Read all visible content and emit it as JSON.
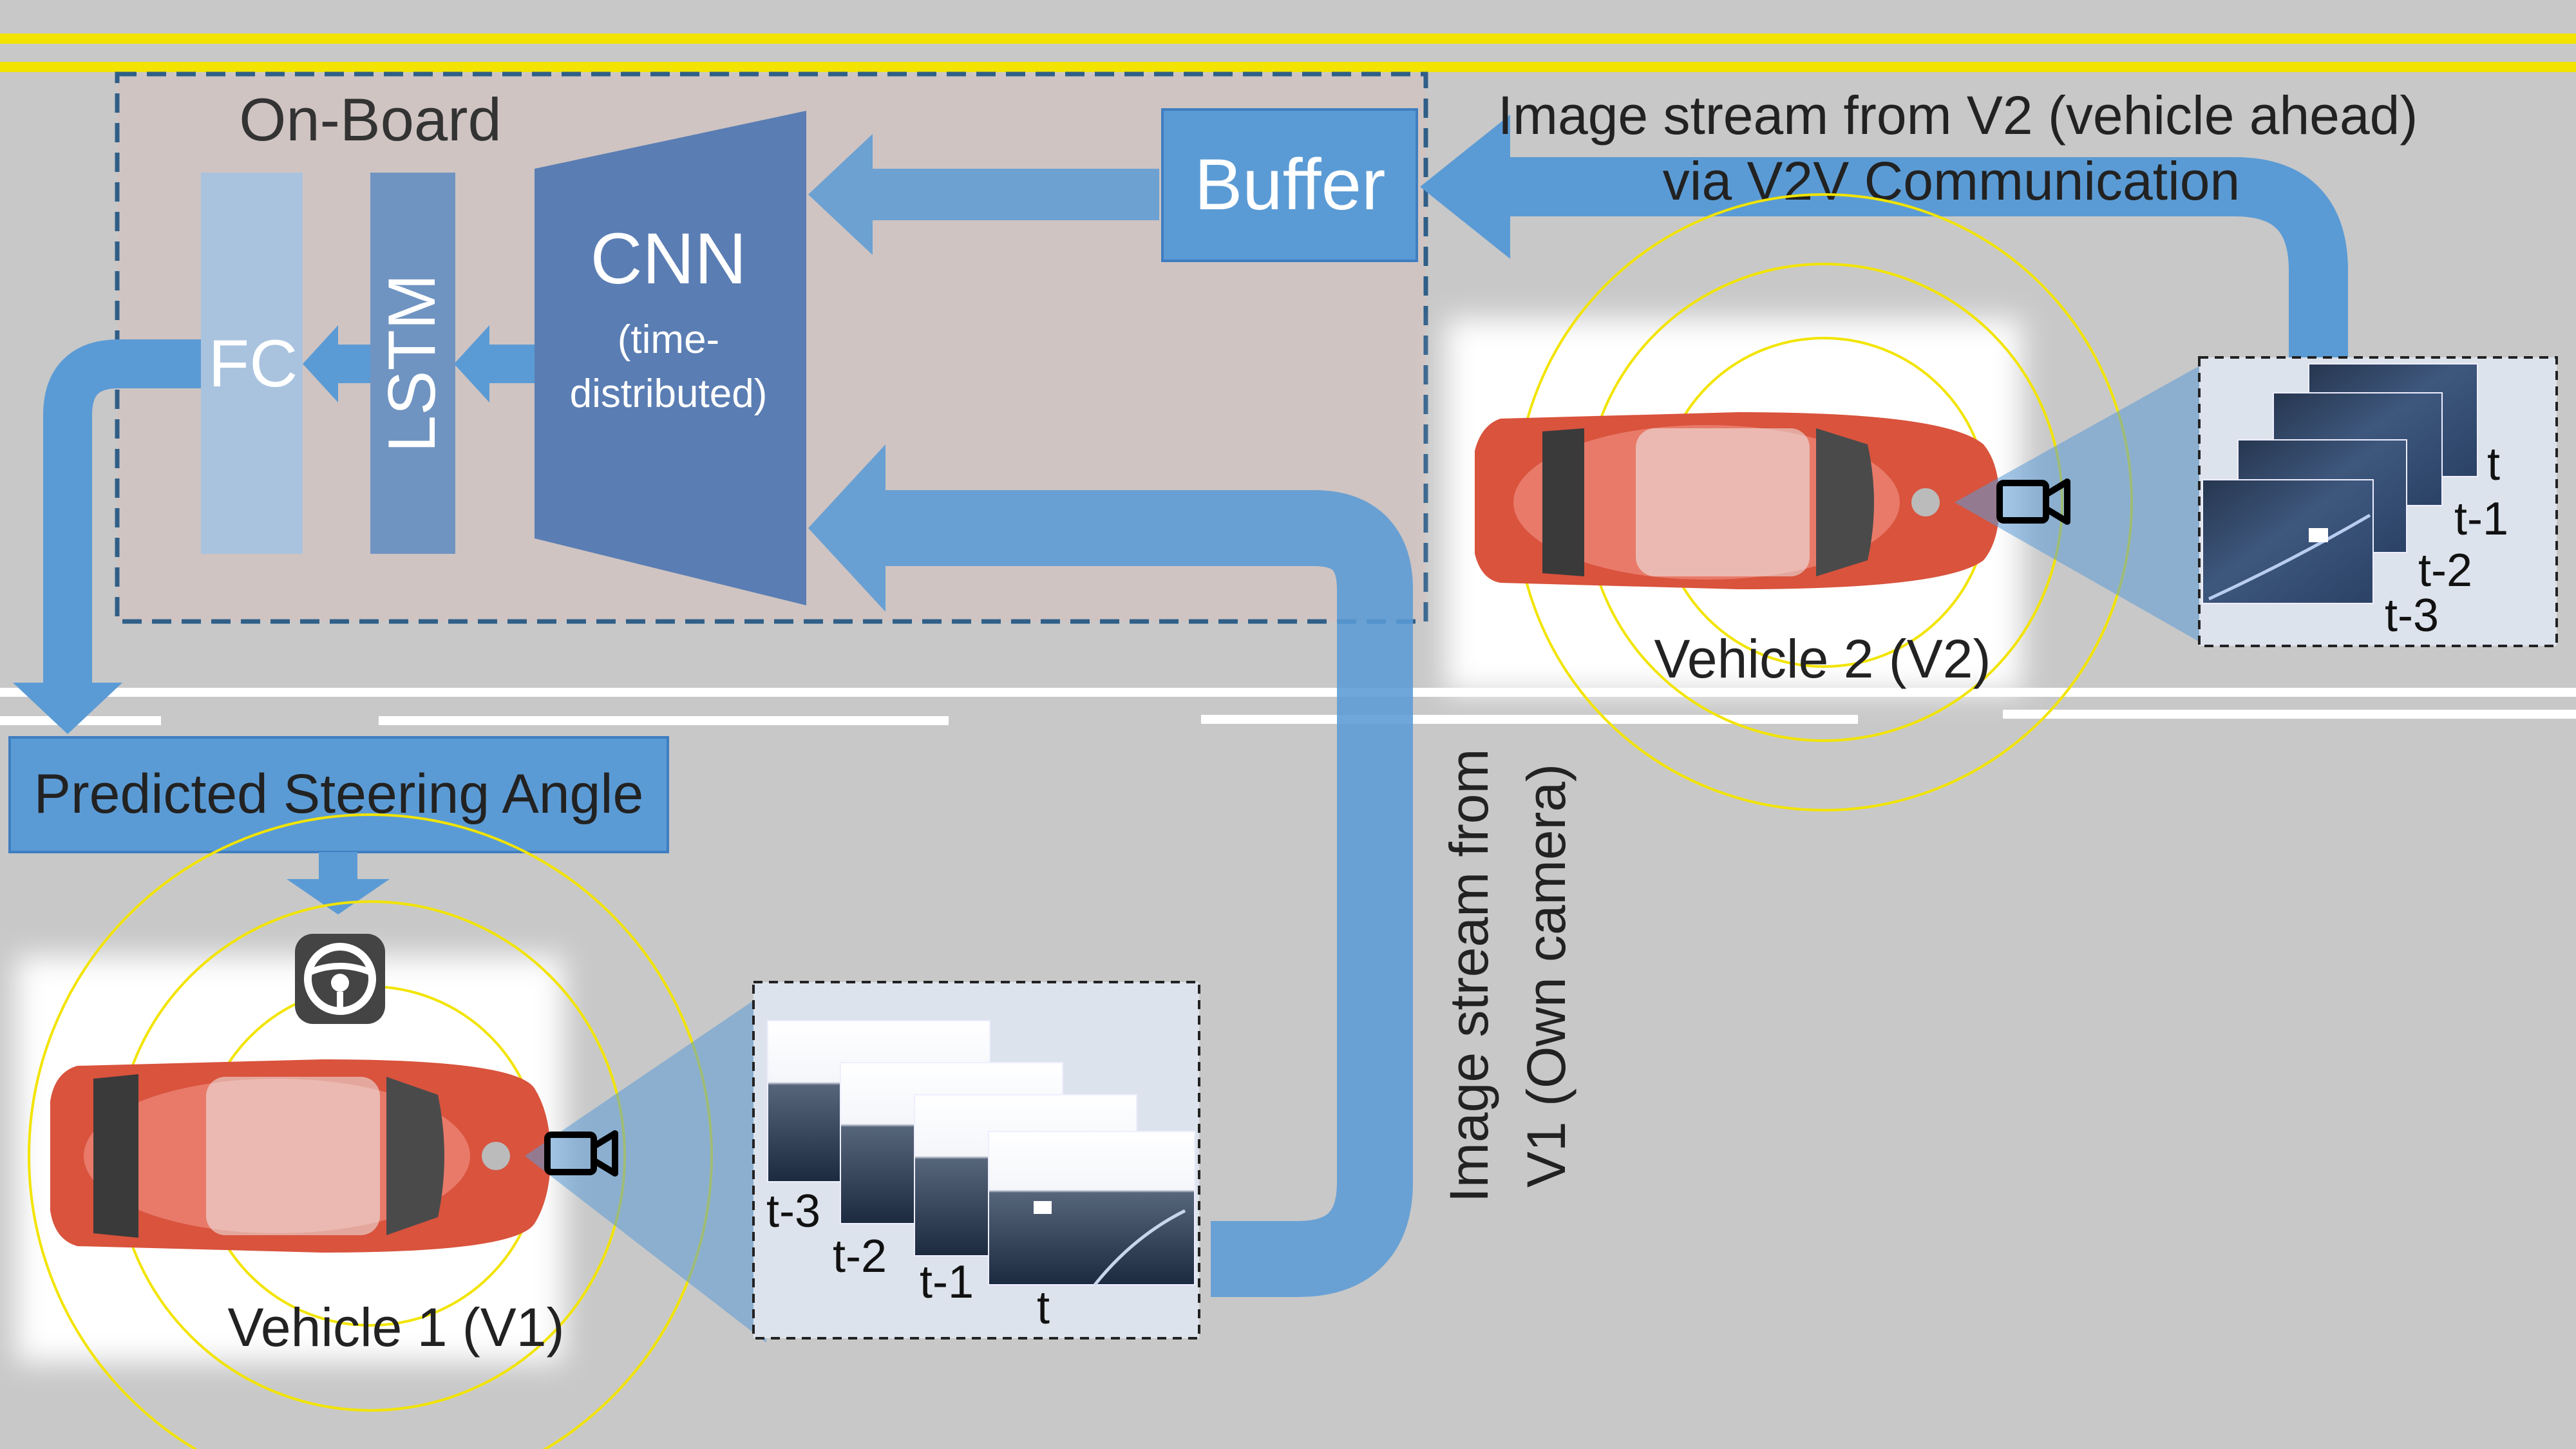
{
  "onboard": {
    "label": "On-Board",
    "fc_label": "FC",
    "lstm_label": "LSTM",
    "cnn_label": "CNN",
    "cnn_sub_line1": "(time-",
    "cnn_sub_line2": "distributed)",
    "buffer_label": "Buffer"
  },
  "v2_stream": {
    "line1": "Image stream from V2 (vehicle ahead)",
    "line2": "via V2V Communication"
  },
  "v1_stream": {
    "line1": "Image stream from",
    "line2": "V1 (Own camera)"
  },
  "predicted_label": "Predicted Steering Angle",
  "vehicle1_label": "Vehicle 1 (V1)",
  "vehicle2_label": "Vehicle 2 (V2)",
  "v1_frames": [
    "t-3",
    "t-2",
    "t-1",
    "t"
  ],
  "v2_frames": [
    "t",
    "t-1",
    "t-2",
    "t-3"
  ],
  "icons": {
    "camera": "camera-icon",
    "steering": "steering-wheel-icon"
  },
  "colors": {
    "road": "#c8c8c8",
    "yellow_line": "#f2e400",
    "onboard_bg": "#cfc4c2",
    "dashed_border": "#2f5f88",
    "arrow_blue": "#5b9bd5",
    "fc_box": "#a9c3df",
    "lstm_box": "#7094c2",
    "cnn_shape": "#5a7db3",
    "buffer_box": "#5b9bd5",
    "car_body": "#d9533d",
    "sensor_ring": "#f2e400"
  }
}
